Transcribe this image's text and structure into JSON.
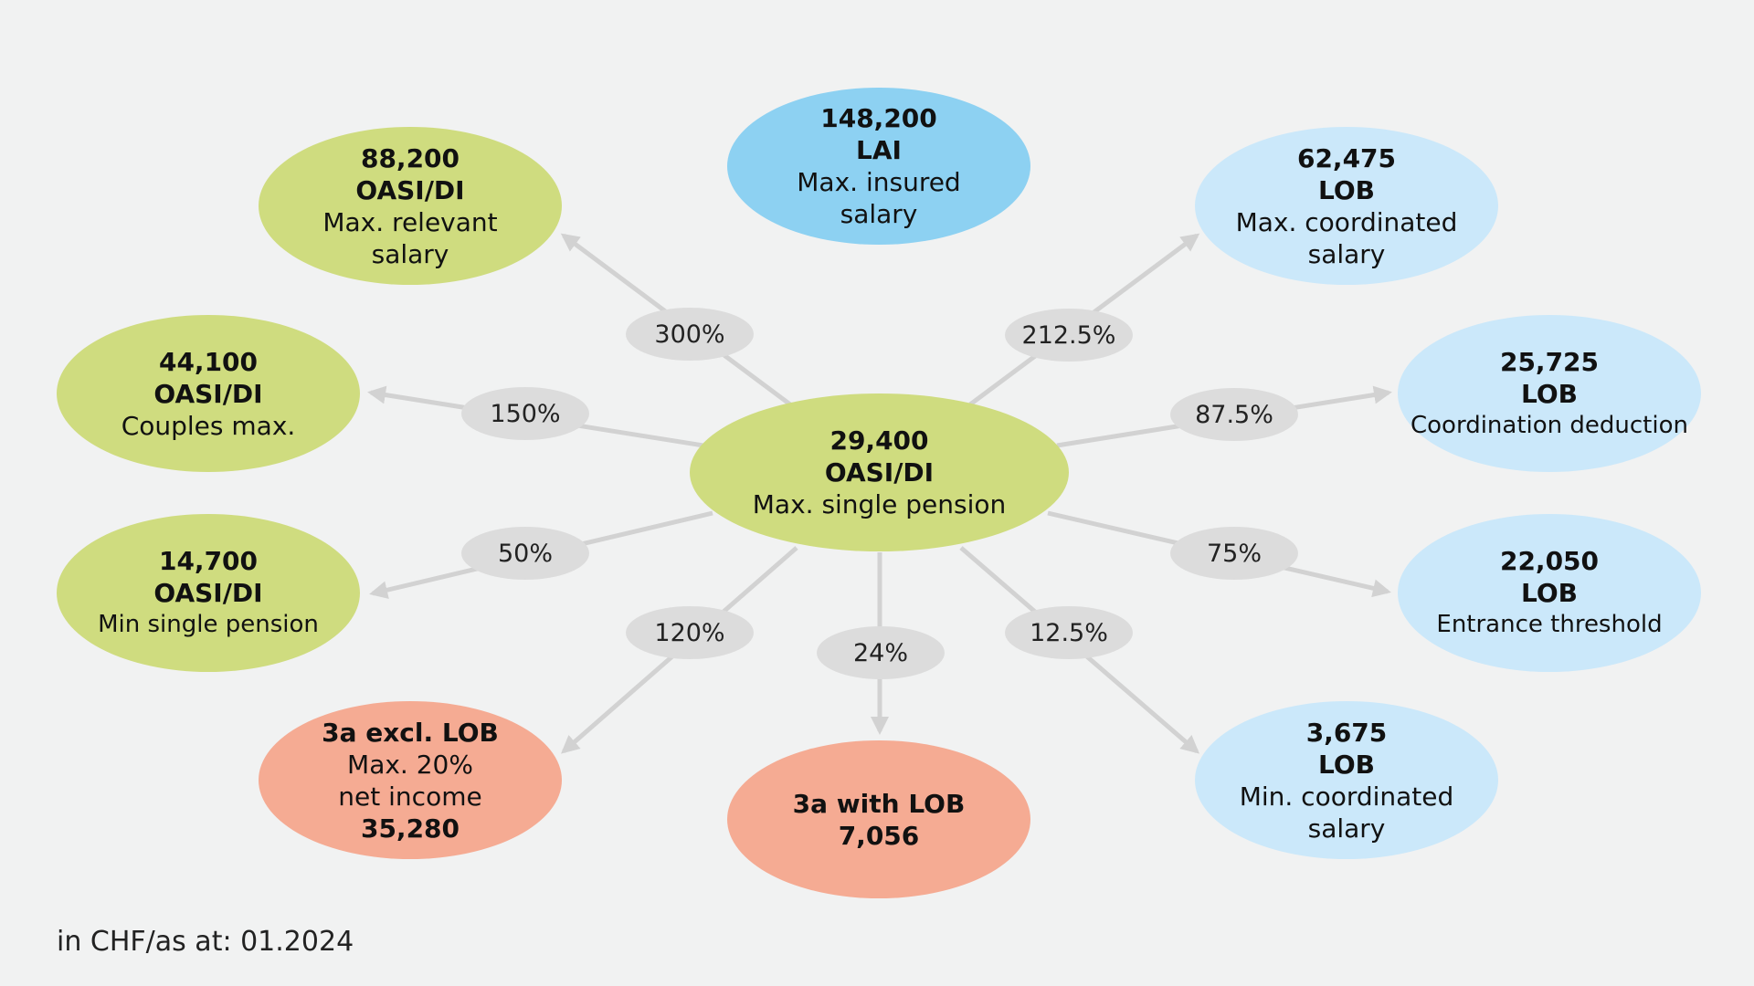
{
  "colors": {
    "background": "#f1f2f2",
    "green": "#cfdc7f",
    "blue": "#8dd1f2",
    "light_blue": "#cbe8fa",
    "salmon": "#f5ab93",
    "percent_bubble": "#dcdcdc",
    "arrow": "#d2d2d2"
  },
  "center": {
    "value": "29,400",
    "type": "OASI/DI",
    "desc": "Max. single pension"
  },
  "nodes": {
    "lai": {
      "value": "148,200",
      "type": "LAI",
      "desc": "Max. insured salary"
    },
    "oasi_max_relevant": {
      "value": "88,200",
      "type": "OASI/DI",
      "desc": "Max. relevant salary"
    },
    "lob_max_coordinated": {
      "value": "62,475",
      "type": "LOB",
      "desc": "Max. coordinated salary"
    },
    "oasi_couples": {
      "value": "44,100",
      "type": "OASI/DI",
      "desc": "Couples max."
    },
    "lob_coordination": {
      "value": "25,725",
      "type": "LOB",
      "desc": "Coordination deduction"
    },
    "oasi_min_single": {
      "value": "14,700",
      "type": "OASI/DI",
      "desc": "Min single pension"
    },
    "lob_entrance": {
      "value": "22,050",
      "type": "LOB",
      "desc": "Entrance threshold"
    },
    "pillar3a_excl": {
      "title": "3a excl. LOB",
      "desc": "Max. 20% net income",
      "value": "35,280"
    },
    "pillar3a_with": {
      "title": "3a with LOB",
      "value": "7,056"
    },
    "lob_min_coordinated": {
      "value": "3,675",
      "type": "LOB",
      "desc": "Min. coordinated salary"
    }
  },
  "percentages": {
    "p300": "300%",
    "p212": "212.5%",
    "p150": "150%",
    "p87": "87.5%",
    "p50": "50%",
    "p75": "75%",
    "p120": "120%",
    "p24": "24%",
    "p12": "12.5%"
  },
  "footnote": "in CHF/as at: 01.2024"
}
